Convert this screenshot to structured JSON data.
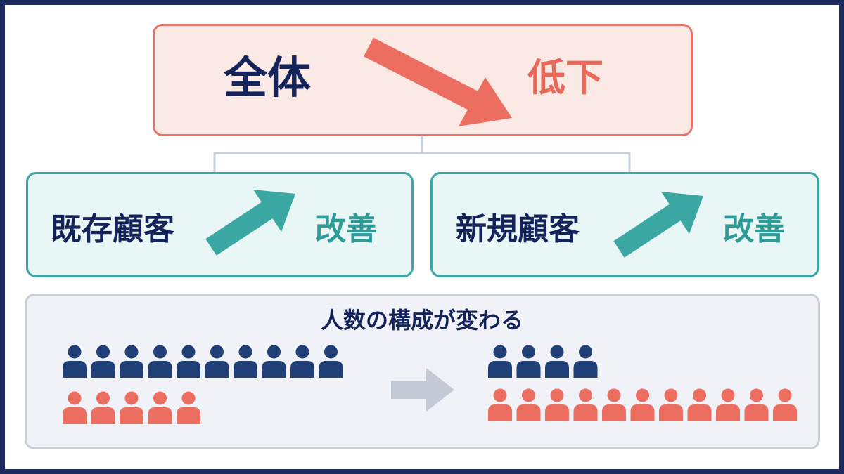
{
  "overall": {
    "label": "全体",
    "status": "低下",
    "trend": "down"
  },
  "segments": [
    {
      "label": "既存顧客",
      "status": "改善",
      "trend": "up"
    },
    {
      "label": "新規顧客",
      "status": "改善",
      "trend": "up"
    }
  ],
  "composition": {
    "title": "人数の構成が変わる",
    "before": {
      "existing_count": 10,
      "new_count": 5
    },
    "after": {
      "existing_count": 4,
      "new_count": 11
    }
  },
  "colors": {
    "navy": "#1f3f76",
    "coral": "#ec6e60",
    "teal": "#3aa7a3",
    "gray_arrow": "#c3cad6"
  }
}
